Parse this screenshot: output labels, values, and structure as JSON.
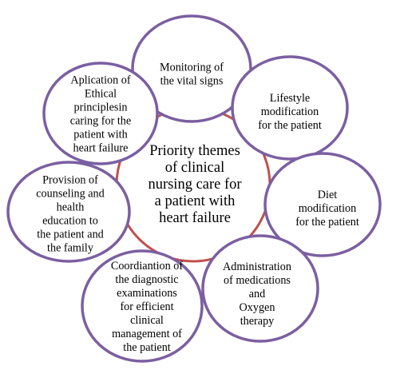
{
  "colors": {
    "ring": "#c0504d",
    "outline": "#7b5fa1",
    "fill": "#ffffff",
    "text": "#000000"
  },
  "center": {
    "lines": [
      "Priority themes",
      "of clinical",
      "nursing care for",
      "a patient with",
      "heart failure"
    ]
  },
  "nodes": [
    {
      "id": "vital-signs",
      "lines": [
        "Monitoring of",
        "the vital signs"
      ]
    },
    {
      "id": "lifestyle",
      "lines": [
        "Lifestyle",
        "modification",
        "for the patient"
      ]
    },
    {
      "id": "diet",
      "lines": [
        "Diet",
        "modification",
        "for the patient"
      ]
    },
    {
      "id": "medications",
      "lines": [
        "Administration",
        "of medications",
        "and",
        "Oxygen",
        "therapy"
      ]
    },
    {
      "id": "diagnostics",
      "lines": [
        "Coordiantion of",
        "the diagnostic",
        "examinations",
        "for efficient",
        "clinical",
        "management of",
        "the patient"
      ]
    },
    {
      "id": "counseling",
      "lines": [
        "Provision of",
        "counseling and",
        "health",
        "education to",
        "the patient and",
        "the  family"
      ]
    },
    {
      "id": "ethics",
      "lines": [
        "Aplication of",
        "Ethical",
        "principlesin",
        "caring for the",
        "patient with",
        "heart failure"
      ]
    }
  ]
}
